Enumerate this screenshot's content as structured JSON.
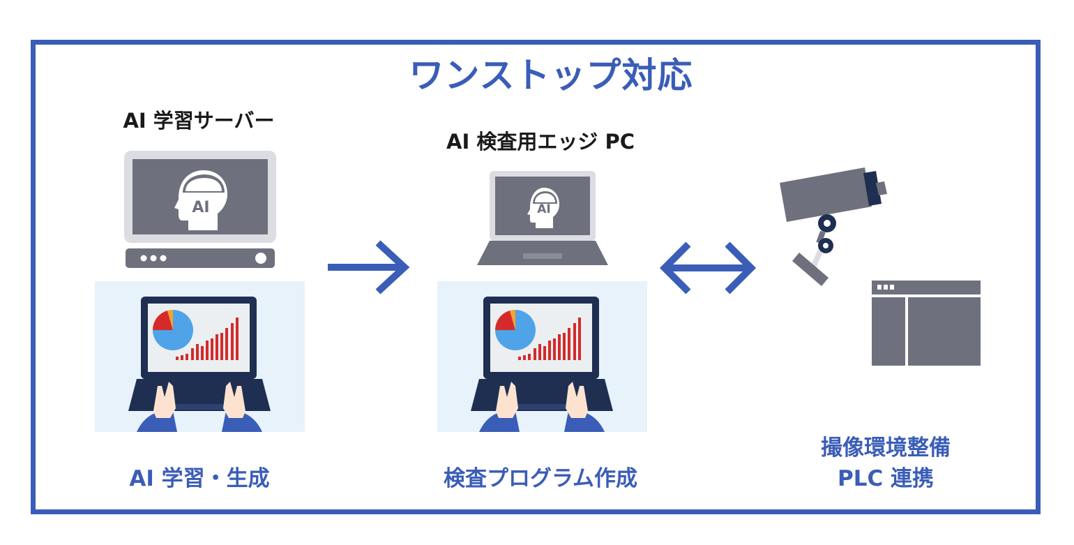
{
  "title": "ワンストップ対応",
  "server": {
    "heading": "AI 学習サーバー",
    "ai_badge": "AI",
    "caption": "AI 学習・生成"
  },
  "edge": {
    "heading": "AI 検査用エッジ PC",
    "ai_badge": "AI",
    "caption": "検査プログラム作成"
  },
  "env": {
    "caption_line1": "撮像環境整備",
    "caption_line2": "PLC 連携"
  },
  "colors": {
    "accent": "#3a5db7",
    "device_gray": "#6e717d",
    "panel_bg": "#e7f2fb",
    "laptop_navy": "#1f2f52",
    "chart_red": "#d52a2a",
    "chart_blue": "#4fa3e8"
  }
}
